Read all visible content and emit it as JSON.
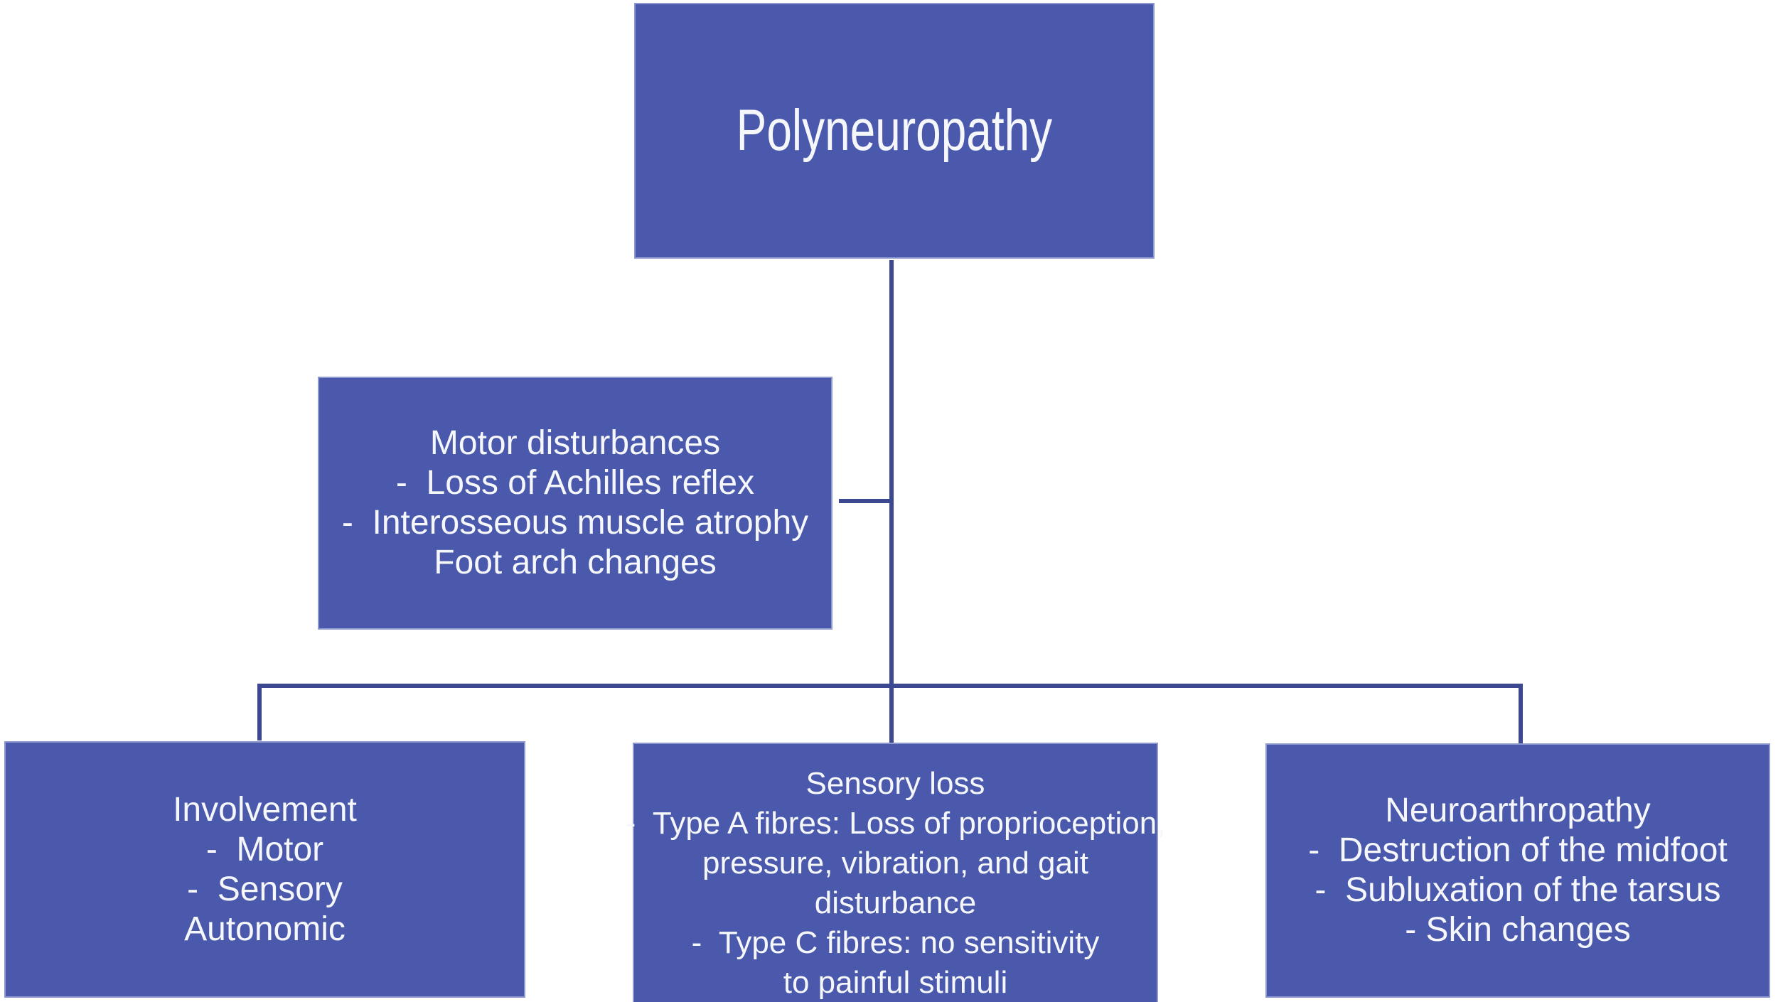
{
  "diagram": {
    "type": "flowchart",
    "topic": "Polyneuropathy",
    "colors": {
      "box_fill": "#4a59ac",
      "box_border": "#8e99cf",
      "connector_line": "#3c4890",
      "text": "#f6f7fb",
      "background": "#ffffff"
    },
    "boxes": {
      "root": {
        "label": "Polyneuropathy"
      },
      "motor_disturbances": {
        "lines": [
          "Motor disturbances",
          "-  Loss of Achilles reflex",
          "-  Interosseous muscle atrophy",
          "Foot arch changes"
        ]
      },
      "involvement": {
        "lines": [
          "Involvement",
          "-  Motor",
          "-  Sensory",
          "Autonomic"
        ]
      },
      "sensory_loss": {
        "lines": [
          "Sensory loss",
          "-  Type A fibres: Loss of proprioception,",
          "pressure, vibration, and gait",
          "disturbance",
          "-  Type C fibres: no sensitivity",
          "to painful stimuli"
        ]
      },
      "neuroarthropathy": {
        "lines": [
          "Neuroarthropathy",
          "-  Destruction of the midfoot",
          "-  Subluxation of the tarsus",
          "- Skin changes"
        ]
      }
    }
  }
}
